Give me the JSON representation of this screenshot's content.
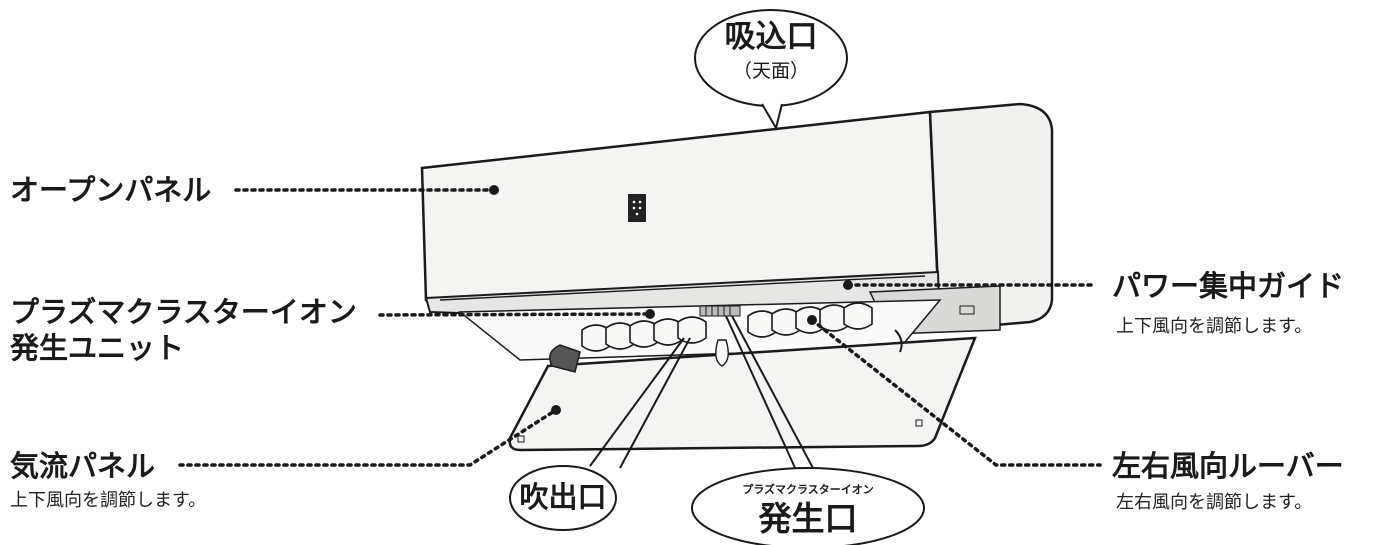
{
  "labels": {
    "intake_title": "吸込口",
    "intake_sub": "（天面）",
    "open_panel": "オープンパネル",
    "plasma_unit_line1": "プラズマクラスターイオン",
    "plasma_unit_line2": "発生ユニット",
    "airflow_panel": "気流パネル",
    "airflow_panel_desc": "上下風向を調節します。",
    "power_guide": "パワー集中ガイド",
    "power_guide_desc": "上下風向を調節します。",
    "lr_louver": "左右風向ルーバー",
    "lr_louver_desc": "左右風向を調節します。",
    "outlet": "吹出口",
    "plasma_outlet_small": "プラズマクラスターイオン",
    "plasma_outlet": "発生口"
  },
  "colors": {
    "line": "#1a1a1a",
    "body": "#f4f4f2",
    "shadow": "#cfcfcf"
  }
}
